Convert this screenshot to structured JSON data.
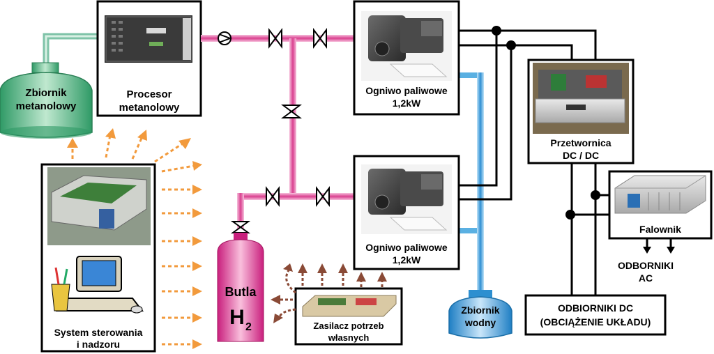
{
  "labels": {
    "methanol_tank_1": "Zbiornik",
    "methanol_tank_2": "metanolowy",
    "processor_1": "Procesor",
    "processor_2": "metanolowy",
    "fuel_cell_top_1": "Ogniwo paliwowe",
    "fuel_cell_top_2": "1,2kW",
    "fuel_cell_bottom_1": "Ogniwo paliwowe",
    "fuel_cell_bottom_2": "1,2kW",
    "dcdc_1": "Przetwornica",
    "dcdc_2": "DC / DC",
    "inverter": "Falownik",
    "ac_loads_1": "ODBORNIKI",
    "ac_loads_2": "AC",
    "dc_loads_1": "ODBIORNIKI DC",
    "dc_loads_2": "(OBCIĄŻENIE UKŁADU)",
    "water_tank_1": "Zbiornik",
    "water_tank_2": "wodny",
    "h2_bottle_1": "Butla",
    "h2_bottle_2": "H",
    "h2_bottle_sub": "2",
    "aux_supply_1": "Zasilacz  potrzeb",
    "aux_supply_2": "własnych",
    "control_system_1": "System sterowania",
    "control_system_2": "i nadzoru"
  },
  "colors": {
    "hydrogen_pipe": "#e0559f",
    "methanol_pipe": "#7fc3a8",
    "methanol_tank": "#3fae78",
    "water_pipe": "#5ab0e2",
    "water_tank": "#2d8fd0",
    "h2_bottle": "#e23d95",
    "signal_arrow": "#f29a3c",
    "aux_arrow": "#8a4a36",
    "wire": "#000000"
  },
  "icons": [
    "check-valve-icon",
    "gate-valve-icon",
    "computer-clipart-icon",
    "equipment-photo-icon"
  ]
}
